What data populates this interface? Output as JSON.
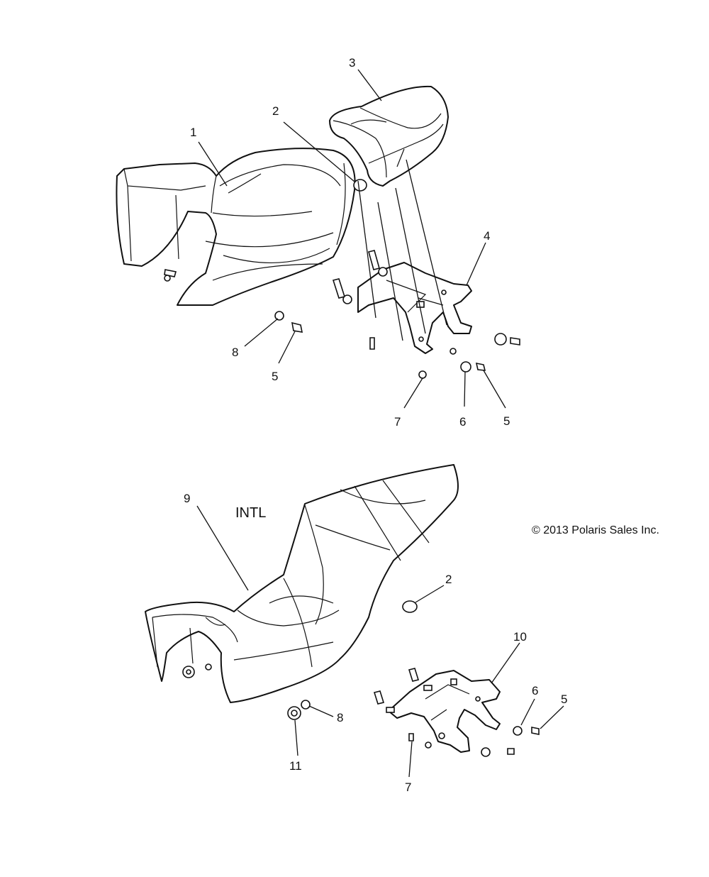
{
  "callouts_top": [
    "1",
    "2",
    "3",
    "4",
    "5",
    "5",
    "6",
    "7",
    "8"
  ],
  "callouts_bottom": [
    "2",
    "5",
    "6",
    "7",
    "8",
    "9",
    "10",
    "11"
  ],
  "region_label": "INTL",
  "copyright": "© 2013 Polaris Sales Inc."
}
